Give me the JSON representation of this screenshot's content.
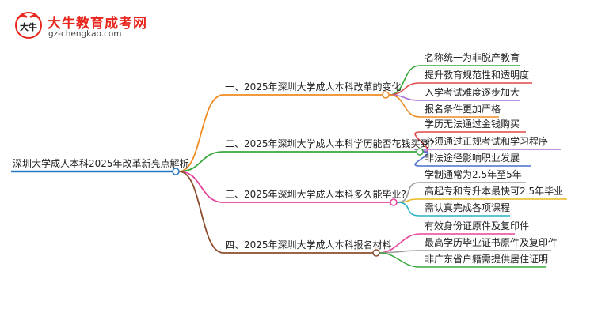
{
  "logo": {
    "badge_text": "大牛",
    "title": "大牛教育成考网",
    "url": "gz-chengkao.com"
  },
  "mindmap": {
    "root": "深圳大学成人本科2025年改革新亮点解析",
    "branches": [
      {
        "label": "一、2025年深圳大学成人本科改革的变化",
        "color": "#f08a24",
        "children": [
          {
            "label": "名称统一为非脱产教育",
            "color": "#3aa83c"
          },
          {
            "label": "提升教育规范性和透明度",
            "color": "#e04848"
          },
          {
            "label": "入学考试难度逐步加大",
            "color": "#a96fd0"
          },
          {
            "label": "报名条件更加严格",
            "color": "#f08a24"
          }
        ]
      },
      {
        "label": "二、2025年深圳大学成人本科学历能否花钱买到?",
        "color": "#3aa83c",
        "children": [
          {
            "label": "学历无法通过金钱购买",
            "color": "#e04848"
          },
          {
            "label": "必须通过正规考试和学习程序",
            "color": "#a96fd0"
          },
          {
            "label": "非法途径影响职业发展",
            "color": "#4a6fd0"
          }
        ]
      },
      {
        "label": "三、2025年深圳大学成人本科多久能毕业?",
        "color": "#e6449a",
        "children": [
          {
            "label": "学制通常为2.5年至5年",
            "color": "#9a9a9a"
          },
          {
            "label": "高起专和专升本最快可2.5年毕业",
            "color": "#e8b820"
          },
          {
            "label": "需认真完成各项课程",
            "color": "#28b0c8"
          }
        ]
      },
      {
        "label": "四、2025年深圳大学成人本科报名材料",
        "color": "#8b4e2e",
        "children": [
          {
            "label": "有效身份证原件及复印件",
            "color": "#e6449a"
          },
          {
            "label": "最高学历毕业证书原件及复印件",
            "color": "#9a9a9a"
          },
          {
            "label": "非广东省户籍需提供居住证明",
            "color": "#3aa83c"
          }
        ]
      }
    ],
    "root_color": "#2b79c2"
  }
}
